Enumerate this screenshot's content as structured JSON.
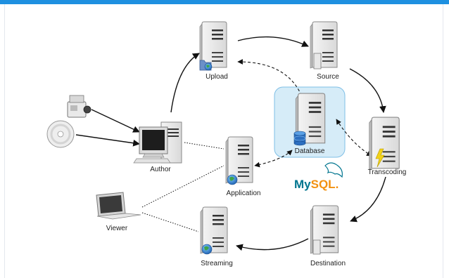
{
  "nodes": {
    "upload": "Upload",
    "source": "Source",
    "database": "Database",
    "author": "Author",
    "application": "Application",
    "transcoding": "Transcoding",
    "viewer": "Viewer",
    "streaming": "Streaming",
    "destination": "Destination"
  },
  "logo": {
    "mysql_text_1": "My",
    "mysql_text_2": "SQL",
    "mysql_dot": ".",
    "color_blue": "#00758f",
    "color_orange": "#f29111"
  },
  "colors": {
    "accent_bar": "#1e90e0",
    "database_box": "#d6ecf8"
  }
}
